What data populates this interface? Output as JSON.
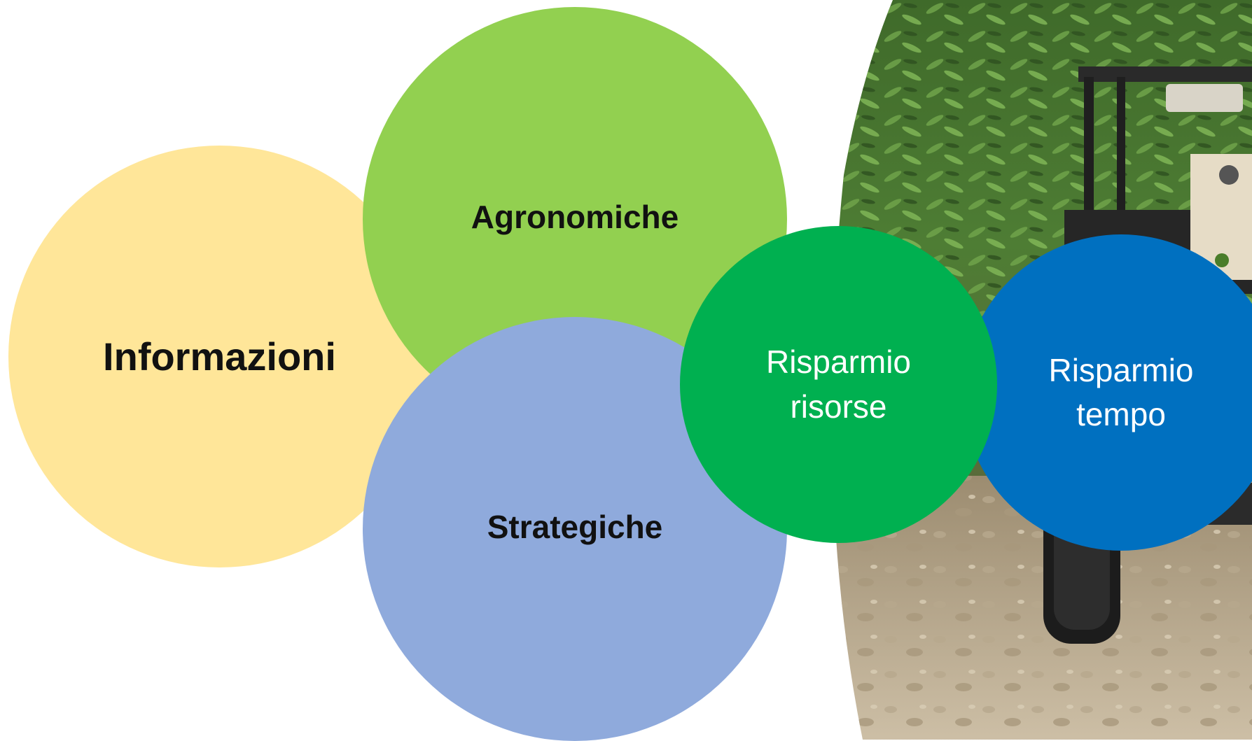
{
  "diagram": {
    "circles": [
      {
        "id": "informazioni",
        "label": "Informazioni",
        "color": "#FFE699"
      },
      {
        "id": "agronomiche",
        "label": "Agronomiche",
        "color": "#92D050"
      },
      {
        "id": "strategiche",
        "label": "Strategiche",
        "color": "#8FAADC"
      },
      {
        "id": "risparmio-risorse",
        "lines": [
          "Risparmio",
          "risorse"
        ],
        "color": "#00B050"
      },
      {
        "id": "risparmio-tempo",
        "lines": [
          "Risparmio",
          "tempo"
        ],
        "color": "#0070C0"
      }
    ]
  },
  "background_photo": {
    "subject": "orchard-robot-vehicle-icon"
  }
}
